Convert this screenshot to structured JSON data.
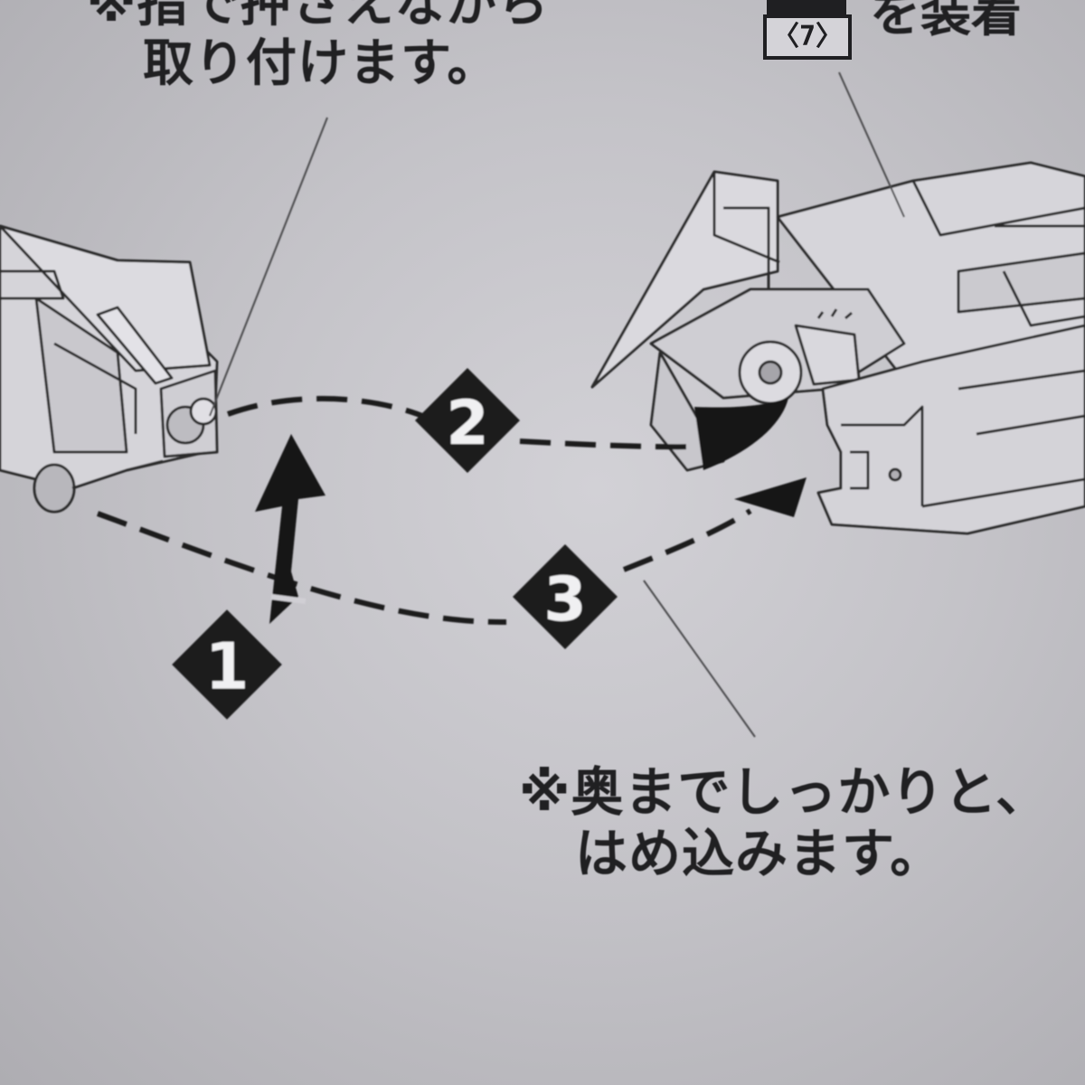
{
  "notes": {
    "top": {
      "line1": "※指で押さえながら",
      "line2": "取り付けます。"
    },
    "bottom": {
      "line1": "※奥までしっかりと、",
      "line2": "はめ込みます。"
    }
  },
  "reference": {
    "part_number": "〈7〉",
    "caption": "を装着"
  },
  "steps": [
    {
      "label": "1"
    },
    {
      "label": "2"
    },
    {
      "label": "3"
    }
  ]
}
